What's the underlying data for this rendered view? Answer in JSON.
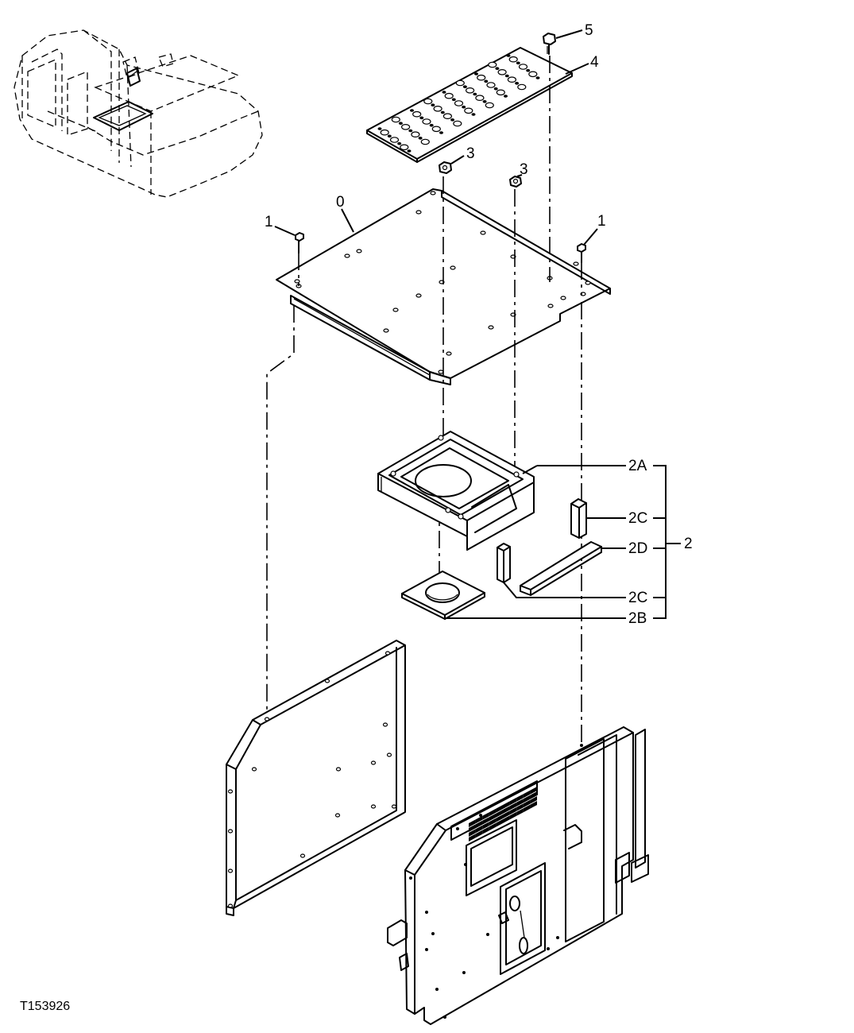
{
  "figure_id": "T153926",
  "callouts": {
    "c0": "0",
    "c1_left": "1",
    "c1_right": "1",
    "c2": "2",
    "c2A": "2A",
    "c2B": "2B",
    "c2C_top": "2C",
    "c2C_bottom": "2C",
    "c2D": "2D",
    "c3_left": "3",
    "c3_right": "3",
    "c4": "4",
    "c5": "5"
  },
  "parts": [
    {
      "callout": "0",
      "name": "floor-plate"
    },
    {
      "callout": "1",
      "name": "cap-screw"
    },
    {
      "callout": "2",
      "name": "bracket-assembly"
    },
    {
      "callout": "2A",
      "name": "bracket"
    },
    {
      "callout": "2B",
      "name": "pad"
    },
    {
      "callout": "2C",
      "name": "block"
    },
    {
      "callout": "2D",
      "name": "strip"
    },
    {
      "callout": "3",
      "name": "nut"
    },
    {
      "callout": "4",
      "name": "perforated-plate"
    },
    {
      "callout": "5",
      "name": "cap-screw"
    }
  ]
}
